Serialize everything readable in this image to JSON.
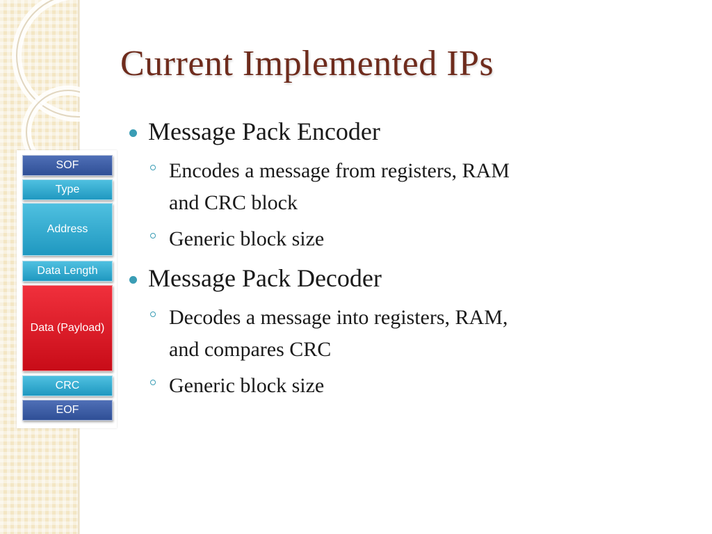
{
  "slide": {
    "title": "Current Implemented IPs",
    "bullets": [
      {
        "text": "Message Pack Encoder",
        "sub": [
          {
            "line1": "Encodes a message from registers, RAM",
            "line2": "and CRC block"
          },
          {
            "line1": "Generic block size",
            "line2": ""
          }
        ]
      },
      {
        "text": "Message Pack Decoder",
        "sub": [
          {
            "line1": "Decodes a message into registers, RAM,",
            "line2": "and compares CRC"
          },
          {
            "line1": "Generic block size",
            "line2": ""
          }
        ]
      }
    ]
  },
  "frame_diagram": {
    "segments": [
      {
        "label": "SOF",
        "color": "#3a5aa6"
      },
      {
        "label": "Type",
        "color": "#2aa6cc"
      },
      {
        "label": "Address",
        "color": "#2aa6cc"
      },
      {
        "label": "Data Length",
        "color": "#2aa6cc"
      },
      {
        "label": "Data (Payload)",
        "color": "#e0141e"
      },
      {
        "label": "CRC",
        "color": "#2aa6cc"
      },
      {
        "label": "EOF",
        "color": "#3a5aa6"
      }
    ]
  }
}
